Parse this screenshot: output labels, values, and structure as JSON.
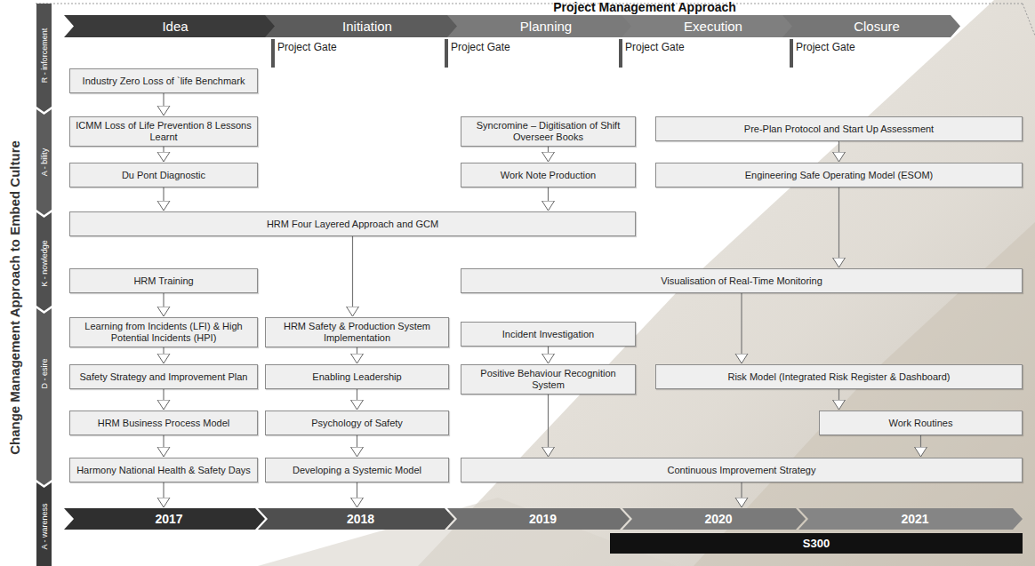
{
  "diagram": {
    "title": "Project Management Approach",
    "nodes": [
      {
        "text": [
          "Idea"
        ]
      },
      {
        "text": [
          "Initiation"
        ]
      },
      {
        "text": [
          "Planning"
        ]
      },
      {
        "text": [
          "Execution"
        ]
      },
      {
        "text": [
          "Closure"
        ]
      },
      {
        "text": [
          "Industry Zero Loss of `life Benchmark"
        ]
      },
      {
        "text": [
          "ICMM Loss of Life Prevention 8 Lessons Learnt"
        ]
      },
      {
        "text": [
          "Syncromine – Digitisation of Shift Overseer Books"
        ]
      },
      {
        "text": [
          "Pre-Plan Protocol and Start Up Assessment"
        ]
      },
      {
        "text": [
          "Du Pont Diagnostic"
        ]
      },
      {
        "text": [
          "Work Note Production"
        ]
      },
      {
        "text": [
          "Engineering Safe Operating Model (ESOM)"
        ]
      },
      {
        "text": [
          "HRM Four Layered Approach and GCM"
        ]
      },
      {
        "text": [
          "HRM Training"
        ]
      },
      {
        "text": [
          "Visualisation of Real-Time Monitoring"
        ]
      },
      {
        "text": [
          "Learning from Incidents (LFI) & High Potential Incidents (HPI)"
        ]
      },
      {
        "text": [
          "HRM Safety & Production System Implementation"
        ]
      },
      {
        "text": [
          "Incident Investigation"
        ]
      },
      {
        "text": [
          "Safety Strategy and Improvement Plan"
        ]
      },
      {
        "text": [
          "Enabling Leadership"
        ]
      },
      {
        "text": [
          "Positive Behaviour Recognition System"
        ]
      },
      {
        "text": [
          "Risk Model (Integrated Risk Register & Dashboard)"
        ]
      },
      {
        "text": [
          "HRM Business Process Model"
        ]
      },
      {
        "text": [
          "Psychology of Safety"
        ]
      },
      {
        "text": [
          "Work Routines"
        ]
      },
      {
        "text": [
          "Harmony National Health & Safety Days"
        ]
      },
      {
        "text": [
          "Developing a Systemic Model"
        ]
      },
      {
        "text": [
          "Continuous Improvement Strategy"
        ]
      },
      {
        "text": [
          "2017"
        ]
      },
      {
        "text": [
          "2018"
        ]
      },
      {
        "text": [
          "2019"
        ]
      },
      {
        "text": [
          "2020"
        ]
      },
      {
        "text": [
          "2021"
        ]
      },
      {
        "text": [
          "S300"
        ]
      }
    ],
    "edges": [
      {
        "from": 5,
        "to": 6,
        "arrow": "to"
      },
      {
        "from": 6,
        "to": 9,
        "arrow": "to"
      },
      {
        "from": 9,
        "to": 12,
        "arrow": "to"
      },
      {
        "from": 7,
        "to": 10,
        "arrow": "to"
      },
      {
        "from": 10,
        "to": 12,
        "arrow": "to"
      },
      {
        "from": 8,
        "to": 11,
        "arrow": "to"
      },
      {
        "from": 11,
        "to": 14,
        "arrow": "to"
      },
      {
        "from": 12,
        "to": 16,
        "arrow": "to"
      },
      {
        "from": 13,
        "to": 15,
        "arrow": "to"
      },
      {
        "from": 15,
        "to": 18,
        "arrow": "to"
      },
      {
        "from": 18,
        "to": 22,
        "arrow": "to"
      },
      {
        "from": 22,
        "to": 25,
        "arrow": "to"
      },
      {
        "from": 25,
        "to": 28,
        "arrow": "to"
      },
      {
        "from": 16,
        "to": 19,
        "arrow": "to"
      },
      {
        "from": 19,
        "to": 23,
        "arrow": "to"
      },
      {
        "from": 23,
        "to": 26,
        "arrow": "to"
      },
      {
        "from": 26,
        "to": 29,
        "arrow": "to"
      },
      {
        "from": 17,
        "to": 20,
        "arrow": "to"
      },
      {
        "from": 20,
        "to": 27,
        "arrow": "to"
      },
      {
        "from": 14,
        "to": 21,
        "arrow": "to"
      },
      {
        "from": 21,
        "to": 24,
        "arrow": "to"
      },
      {
        "from": 24,
        "to": 27,
        "arrow": "to"
      },
      {
        "from": 27,
        "to": 31,
        "arrow": "to"
      }
    ],
    "labels": [
      "Project Gate",
      "Project Gate",
      "Project Gate",
      "Project Gate",
      "Change Management Approach to Embed Culture",
      "R - inforcement",
      "A - bility",
      "K - nowledge",
      "D - esire",
      "A - wareness"
    ]
  }
}
